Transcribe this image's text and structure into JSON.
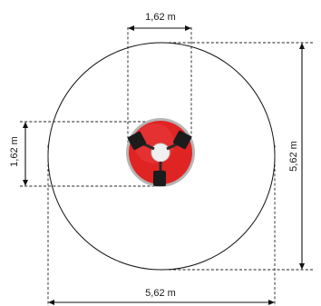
{
  "dimensions": {
    "top": "1,62 m",
    "left": "1,62 m",
    "right": "5,62 m",
    "bottom": "5,62 m"
  },
  "colors": {
    "device_body": "#e02424",
    "device_rim": "#b5b5b5",
    "device_hub": "#f0f0f0",
    "wheel": "#1c1c1c",
    "outline": "#111111"
  }
}
